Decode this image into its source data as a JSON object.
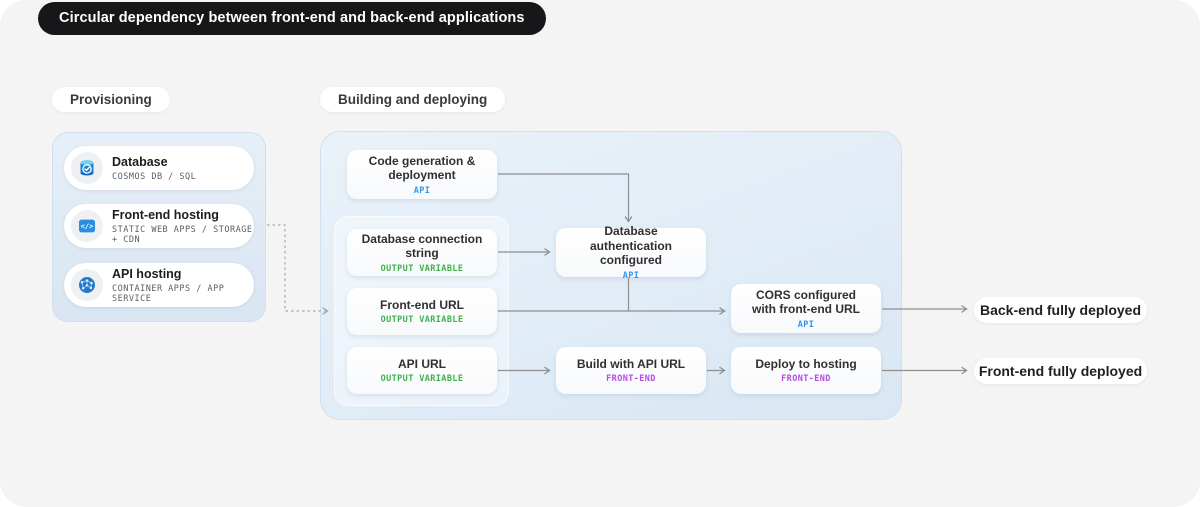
{
  "title": "Circular dependency between front-end and back-end applications",
  "colors": {
    "title_bg": "#171719",
    "tag_api": "#2e96f2",
    "tag_output": "#3fb14c",
    "tag_frontend": "#b14ce6",
    "arrow": "#8f8f8f",
    "arrow_dashed": "#a8a8a8"
  },
  "sections": {
    "provisioning": "Provisioning",
    "building": "Building and deploying"
  },
  "provisioning": {
    "cards": [
      {
        "icon": "database-icon",
        "title": "Database",
        "subtitle": "COSMOS DB / SQL"
      },
      {
        "icon": "code-icon",
        "title": "Front-end hosting",
        "subtitle": "STATIC WEB APPS / STORAGE + CDN"
      },
      {
        "icon": "globe-icon",
        "title": "API hosting",
        "subtitle": "CONTAINER APPS / APP SERVICE"
      }
    ]
  },
  "nodes": {
    "code_gen": {
      "line1": "Code generation &",
      "line2": "deployment",
      "tag": "API"
    },
    "db_conn": {
      "line1": "Database connection string",
      "tag": "OUTPUT VARIABLE"
    },
    "frontend_url": {
      "line1": "Front-end URL",
      "tag": "OUTPUT VARIABLE"
    },
    "api_url": {
      "line1": "API URL",
      "tag": "OUTPUT VARIABLE"
    },
    "db_auth": {
      "line1": "Database authentication",
      "line2": "configured",
      "tag": "API"
    },
    "cors": {
      "line1": "CORS configured",
      "line2": "with front-end URL",
      "tag": "API"
    },
    "build": {
      "line1": "Build with API URL",
      "tag": "FRONT-END"
    },
    "deploy": {
      "line1": "Deploy to hosting",
      "tag": "FRONT-END"
    }
  },
  "outcomes": {
    "backend": "Back-end fully deployed",
    "frontend": "Front-end fully deployed"
  }
}
